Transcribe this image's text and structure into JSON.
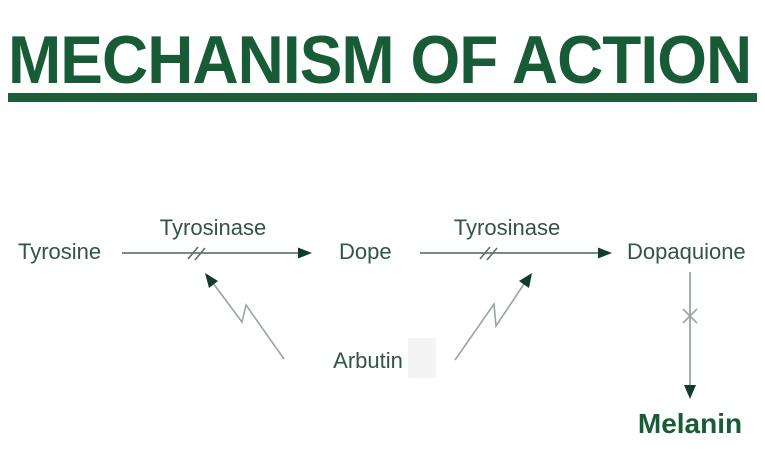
{
  "title": {
    "text": "MECHANISM OF ACTION"
  },
  "colors": {
    "title_green": "#175c37",
    "label_green": "#32544b",
    "arrow_line": "#4a665c",
    "arrowhead_fill": "#123b2a",
    "inhibitor_line": "#9aa5a0",
    "cross_mark": "#9aa6a1"
  },
  "diagram": {
    "nodes": [
      {
        "id": "tyrosine",
        "label": "Tyrosine"
      },
      {
        "id": "dope",
        "label": "Dope"
      },
      {
        "id": "dopaquione",
        "label": "Dopaquione"
      },
      {
        "id": "melanin",
        "label": "Melanin"
      },
      {
        "id": "arbutin",
        "label": "Arbutin"
      }
    ],
    "enzymes": [
      {
        "label": "Tyrosinase"
      },
      {
        "label": "Tyrosinase"
      }
    ],
    "edges": [
      {
        "from": "Tyrosine",
        "to": "Dope",
        "enzyme": "Tyrosinase",
        "style": "arrow-with-double-slash"
      },
      {
        "from": "Dope",
        "to": "Dopaquione",
        "enzyme": "Tyrosinase",
        "style": "arrow-with-double-slash"
      },
      {
        "from": "Dopaquione",
        "to": "Melanin",
        "style": "arrow-with-cross"
      },
      {
        "from": "Arbutin",
        "to": "Tyrosinase (step 1)",
        "style": "lightning-inhibition-arrow"
      },
      {
        "from": "Arbutin",
        "to": "Tyrosinase (step 2)",
        "style": "lightning-inhibition-arrow"
      }
    ]
  }
}
